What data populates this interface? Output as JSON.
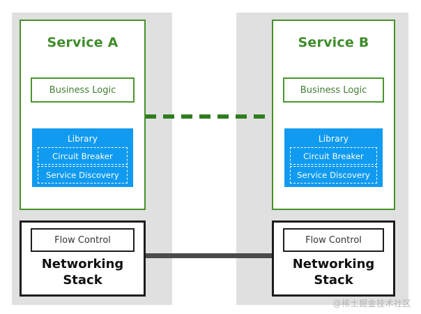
{
  "diagram": {
    "colors": {
      "service_green": "#3f8c2a",
      "service_border_green": "#449127",
      "library_blue": "#119bf0",
      "panel_gray": "#e0e0e0",
      "stack_black": "#1d1d1d",
      "link_gray": "#4a4a4a",
      "link_green": "#2e7d1e",
      "watermark_gray": "#b4b4b4"
    },
    "services": [
      {
        "title": "Service A",
        "business_logic": "Business Logic",
        "library": {
          "title": "Library",
          "components": [
            "Circuit Breaker",
            "Service Discovery"
          ]
        },
        "network": {
          "flow_control": "Flow Control",
          "title_line1": "Networking",
          "title_line2": "Stack"
        }
      },
      {
        "title": "Service B",
        "business_logic": "Business Logic",
        "library": {
          "title": "Library",
          "components": [
            "Circuit Breaker",
            "Service Discovery"
          ]
        },
        "network": {
          "flow_control": "Flow Control",
          "title_line1": "Networking",
          "title_line2": "Stack"
        }
      }
    ],
    "connectors": {
      "application_link_style": "dashed",
      "network_link_style": "solid"
    },
    "watermark": "@稀土掘金技术社区"
  }
}
